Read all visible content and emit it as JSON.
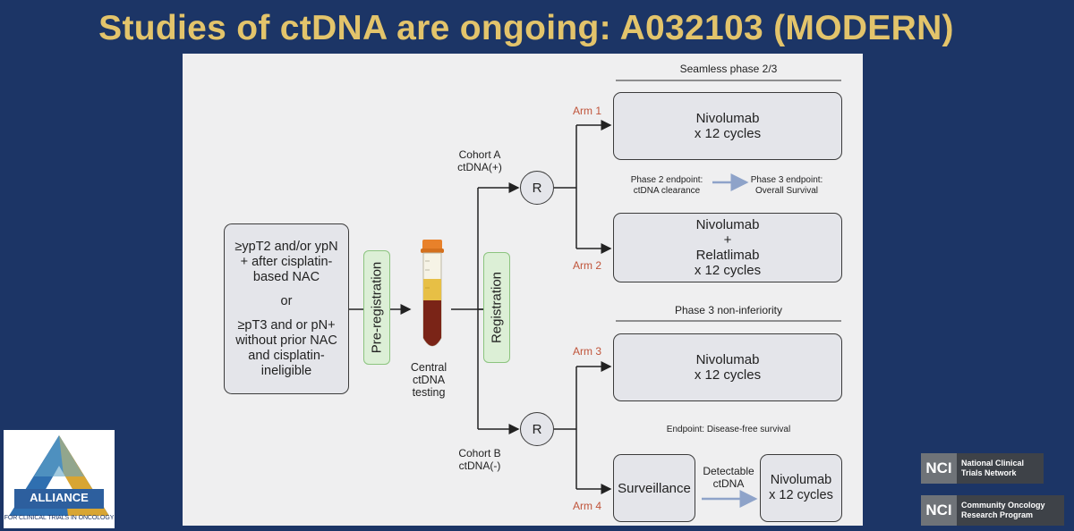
{
  "title": "Studies of ctDNA are ongoing: A032103 (MODERN)",
  "eligibility": {
    "line1": "≥ypT2 and/or ypN",
    "line2": "+ after cisplatin-",
    "line3": "based NAC",
    "or": "or",
    "line4": "≥pT3 and or pN+",
    "line5": "without prior NAC",
    "line6": "and cisplatin-",
    "line7": "ineligible"
  },
  "preregistration": "Pre-registration",
  "tube_label": {
    "line1": "Central",
    "line2": "ctDNA",
    "line3": "testing"
  },
  "registration": "Registration",
  "cohort_a": {
    "line1": "Cohort A",
    "line2": "ctDNA(+)"
  },
  "cohort_b": {
    "line1": "Cohort B",
    "line2": "ctDNA(-)"
  },
  "randomize": "R",
  "seamless_header": "Seamless phase 2/3",
  "noninferiority_header": "Phase 3 non-inferiority",
  "arms": {
    "arm1": "Arm 1",
    "arm2": "Arm 2",
    "arm3": "Arm 3",
    "arm4": "Arm 4"
  },
  "arm1_box": {
    "line1": "Nivolumab",
    "line2": "x 12 cycles"
  },
  "arm2_box": {
    "line1": "Nivolumab",
    "line2": "+",
    "line3": "Relatlimab",
    "line4": "x 12 cycles"
  },
  "arm3_box": {
    "line1": "Nivolumab",
    "line2": "x 12 cycles"
  },
  "surveillance": "Surveillance",
  "arm4_box": {
    "line1": "Nivolumab",
    "line2": "x 12 cycles"
  },
  "phase2_endpoint": {
    "line1": "Phase 2 endpoint:",
    "line2": "ctDNA clearance"
  },
  "phase3_endpoint": {
    "line1": "Phase 3 endpoint:",
    "line2": "Overall Survival"
  },
  "dfs_endpoint": "Endpoint: Disease-free survival",
  "detectable": {
    "line1": "Detectable",
    "line2": "ctDNA"
  },
  "alliance_logo": {
    "name": "ALLIANCE",
    "sub": "FOR CLINICAL TRIALS IN ONCOLOGY"
  },
  "nci_1": {
    "mark": "NCI",
    "line1": "National Clinical",
    "line2": "Trials Network"
  },
  "nci_2": {
    "mark": "NCI",
    "line1": "Community Oncology",
    "line2": "Research Program"
  },
  "colors": {
    "background": "#1c3566",
    "title": "#e3c46b",
    "arm_label": "#c0543a",
    "green_box": "#dcefd6"
  }
}
